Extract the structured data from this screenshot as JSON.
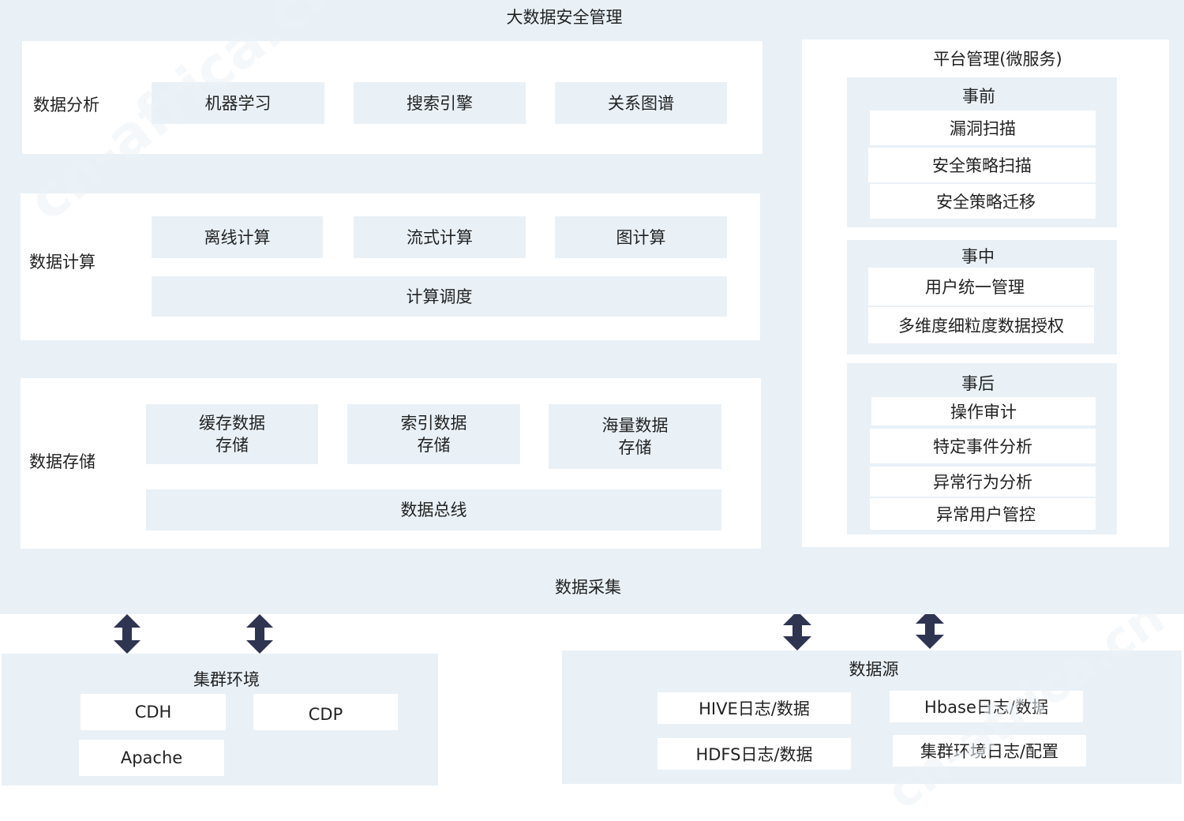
{
  "title": "大数据安全管理",
  "analysis": {
    "label": "数据分析",
    "items": [
      "机器学习",
      "搜索引擎",
      "关系图谱"
    ]
  },
  "compute": {
    "label": "数据计算",
    "items": [
      "离线计算",
      "流式计算",
      "图计算"
    ],
    "scheduler": "计算调度"
  },
  "storage": {
    "label": "数据存储",
    "items": [
      {
        "line1": "缓存数据",
        "line2": "存储"
      },
      {
        "line1": "索引数据",
        "line2": "存储"
      },
      {
        "line1": "海量数据",
        "line2": "存储"
      }
    ],
    "bus": "数据总线"
  },
  "collection": "数据采集",
  "platform": {
    "title": "平台管理(微服务)",
    "before": {
      "label": "事前",
      "items": [
        "漏洞扫描",
        "安全策略扫描",
        "安全策略迁移"
      ]
    },
    "during": {
      "label": "事中",
      "items": [
        "用户统一管理",
        "多维度细粒度数据授权"
      ]
    },
    "after": {
      "label": "事后",
      "items": [
        "操作审计",
        "特定事件分析",
        "异常行为分析",
        "异常用户管控"
      ]
    }
  },
  "cluster": {
    "title": "集群环境",
    "items": [
      "CDH",
      "CDP",
      "Apache"
    ]
  },
  "datasource": {
    "title": "数据源",
    "items": [
      "HIVE日志/数据",
      "Hbase日志/数据",
      "HDFS日志/数据",
      "集群环境日志/配置"
    ]
  },
  "watermark": "cn-africa.cn",
  "colors": {
    "panel_bg": "#e9f1f7",
    "box_bg": "#e9f1f7",
    "arrow": "#2f3450"
  }
}
